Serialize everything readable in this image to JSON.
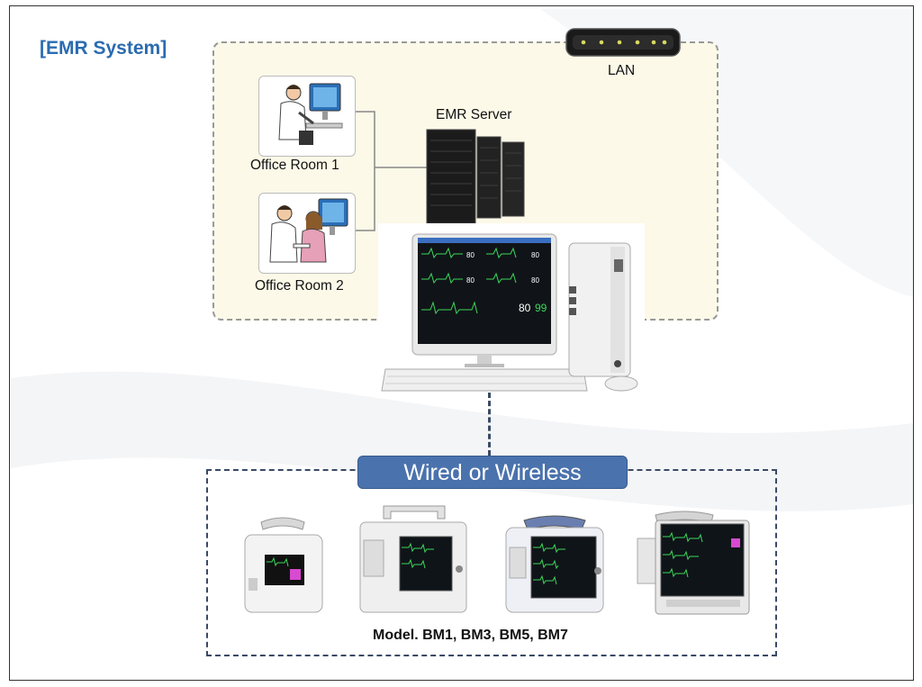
{
  "diagram": {
    "title": "[EMR System]",
    "lan_label": "LAN",
    "server_label": "EMR Server",
    "office_rooms": [
      {
        "label": "Office Room 1"
      },
      {
        "label": "Office Room 2"
      }
    ],
    "connection_label": "Wired or Wireless",
    "model_label": "Model. BM1, BM3, BM5, BM7"
  },
  "colors": {
    "title": "#2a6bb0",
    "lan_zone_fill": "#fcf9e8",
    "pill": "#4a72ad"
  }
}
